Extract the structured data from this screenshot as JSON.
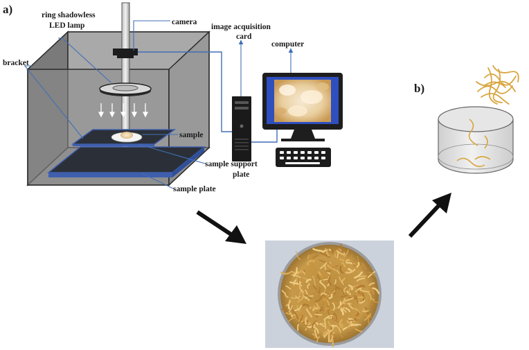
{
  "panel_labels": {
    "a": "a)",
    "b": "b)"
  },
  "labels": {
    "camera": "camera",
    "ring_lamp_line1": "ring shadowless",
    "ring_lamp_line2": "LED lamp",
    "acq_card_line1": "image acquisition",
    "acq_card_line2": "card",
    "computer": "computer",
    "bracket": "bracket",
    "sample": "sample",
    "support_line1": "sample support",
    "support_line2": "plate",
    "sample_plate": "sample plate"
  },
  "colors": {
    "box_fill": "#9a9a9a",
    "box_edge": "#2b2b2b",
    "plate": "#2b3038",
    "plate_edge": "#3f5fae",
    "leader": "#3f6fb5",
    "screen_bezel": "#1e1e1e",
    "screen_glow": "#2f4fbf",
    "noodle": "#d8a640"
  }
}
